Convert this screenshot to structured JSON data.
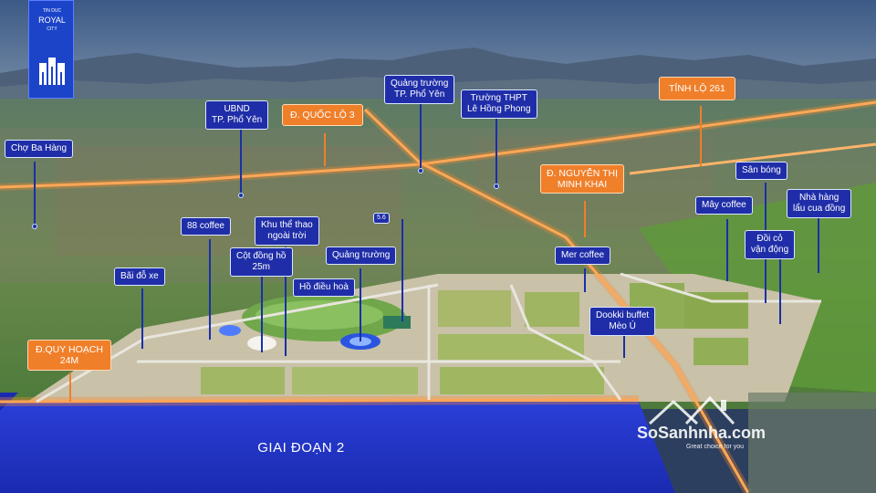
{
  "logo": {
    "icon": "building-logo-icon",
    "lines": [
      "TIN DUC",
      "ROYAL",
      "CITY"
    ]
  },
  "labels": {
    "cho_ba_hang": "Chợ Ba Hàng",
    "ubnd": [
      "UBND",
      "TP. Phổ Yên"
    ],
    "quoc_lo_3": "Đ. QUỐC LỘ 3",
    "quang_truong_tp": [
      "Quảng trường",
      "TP. Phổ Yên"
    ],
    "truong_thpt": [
      "Trường THPT",
      "Lê Hồng Phong"
    ],
    "tinh_lo_261": "TỈNH LỘ 261",
    "nguyen_thi_minh_khai": [
      "Đ. NGUYỄN THỊ",
      "MINH KHAI"
    ],
    "san_bong": "Sân bóng",
    "may_coffee": "Mây coffee",
    "nha_hang": [
      "Nhà hàng",
      "lẩu cua đồng"
    ],
    "doi_co": [
      "Đồi cỏ",
      "vận động"
    ],
    "coffee_88": "88 coffee",
    "khu_the_thao": [
      "Khu thể thao",
      "ngoài trời"
    ],
    "bai_do_xe": "Bãi đỗ xe",
    "cot_dong_ho": [
      "Cột đồng hồ",
      "25m"
    ],
    "quang_truong": "Quảng trường",
    "ho_dieu_hoa": "Hồ điều hoà",
    "mer_coffee": "Mer coffee",
    "dookki": [
      "Dookki buffet",
      "Mèo Ú"
    ],
    "quy_hoach": [
      "Đ.QUY HOẠCH",
      "24M"
    ],
    "small_tag": "5.6"
  },
  "phase_title": "GIAI ĐOẠN 2",
  "watermark": {
    "icon": "house-roof-icon",
    "brand": "SoSanhnha.com",
    "tagline": "Great choice for you"
  },
  "colors": {
    "blue_label": "#1f2ea8",
    "orange_label": "#f07f2a",
    "road_glow": "#ff9a3c",
    "water": "#2a3ad0"
  }
}
